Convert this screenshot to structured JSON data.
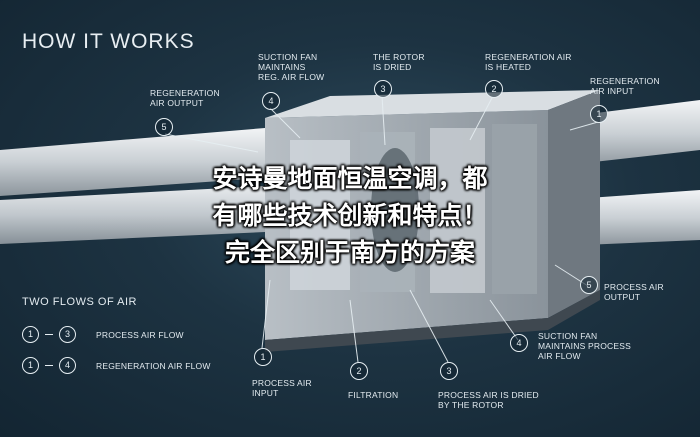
{
  "heading": "HOW IT WORKS",
  "callouts": {
    "regen_output": {
      "badge": "5",
      "text": "REGENERATION\nAIR OUTPUT"
    },
    "suction_regen": {
      "badge": "4",
      "text": "SUCTION FAN\nMAINTAINS\nREG. AIR FLOW"
    },
    "rotor_dried": {
      "badge": "3",
      "text": "THE ROTOR\nIS DRIED"
    },
    "regen_heated": {
      "badge": "2",
      "text": "REGENERATION AIR\nIS HEATED"
    },
    "regen_input": {
      "badge": "1",
      "text": "REGENERATION\nAIR INPUT"
    },
    "process_output": {
      "badge": "5",
      "text": "PROCESS AIR\nOUTPUT"
    },
    "suction_process": {
      "badge": "4",
      "text": "SUCTION FAN\nMAINTAINS PROCESS\nAIR FLOW"
    },
    "process_input": {
      "badge": "1",
      "text": "PROCESS AIR\nINPUT"
    },
    "filtration": {
      "badge": "2",
      "text": "FILTRATION"
    },
    "dried_by_rotor": {
      "badge": "3",
      "text": "PROCESS AIR IS DRIED\nBY THE ROTOR"
    }
  },
  "flows": {
    "title": "TWO FLOWS OF AIR",
    "rows": [
      {
        "from": "1",
        "to": "3",
        "label": "PROCESS AIR FLOW"
      },
      {
        "from": "1",
        "to": "4",
        "label": "REGENERATION AIR FLOW"
      }
    ]
  },
  "overlay_title": {
    "line1": "安诗曼地面恒温空调，都",
    "line2": "有哪些技术创新和特点！",
    "line3": "完全区别于南方的方案"
  }
}
